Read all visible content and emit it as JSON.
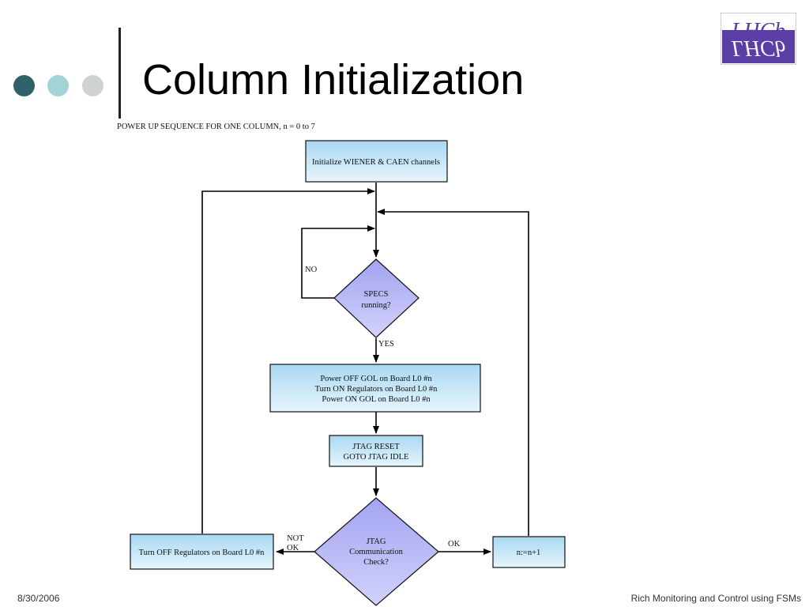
{
  "slide": {
    "title": "Column Initialization",
    "subtitle": "POWER UP SEQUENCE FOR ONE COLUMN, n = 0 to 7",
    "footer_date": "8/30/2006",
    "footer_title": "Rich Monitoring and Control using FSMs",
    "logo_text": "LHCb",
    "colors": {
      "dot_1": "#2f6268",
      "dot_2": "#a3d3d6",
      "dot_3": "#cfd2d3",
      "box_fill": "#bfe4f6",
      "diamond_fill": "#b4b4f5",
      "logo_bg": "#5a3ea5",
      "logo_text": "#ffffff"
    }
  },
  "flowchart": {
    "init_box": [
      "Initialize WIENER & CAEN channels"
    ],
    "specs_decision": [
      "SPECS",
      "running?"
    ],
    "label_no": "NO",
    "label_yes": "YES",
    "power_box": [
      "Power OFF GOL on Board L0 #n",
      "Turn ON Regulators on Board L0 #n",
      "Power ON GOL on Board L0 #n"
    ],
    "jtag_box": [
      "JTAG RESET",
      "GOTO JTAG IDLE"
    ],
    "jtag_decision": [
      "JTAG",
      "Communication",
      "Check?"
    ],
    "label_not_ok": [
      "NOT",
      "OK"
    ],
    "label_ok": "OK",
    "turn_off_box": [
      "Turn OFF Regulators on Board L0 #n"
    ],
    "increment_box": [
      "n:=n+1"
    ]
  }
}
